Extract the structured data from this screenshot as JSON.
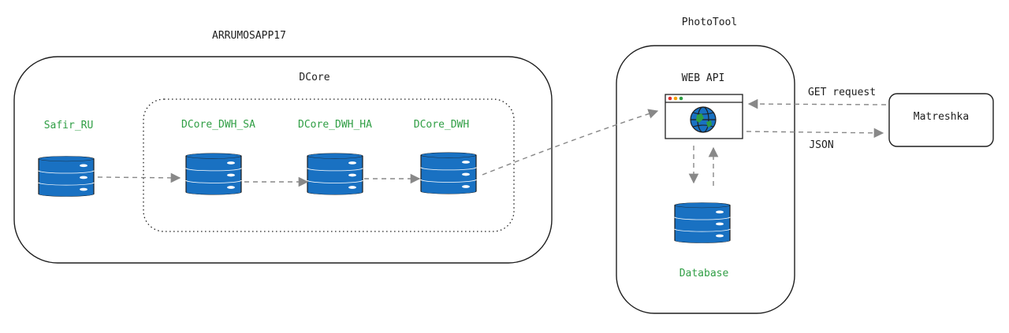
{
  "colors": {
    "database_fill": "#1971c2",
    "label_green": "#2f9e44",
    "stroke": "#1e1e1e",
    "arrow": "#888888"
  },
  "groups": {
    "server": "ARRUMOSAPP17",
    "dcore": "DCore",
    "phototool": "PhotoTool"
  },
  "nodes": {
    "safir": "Safir_RU",
    "dwh_sa": "DCore_DWH_SA",
    "dwh_ha": "DCore_DWH_HA",
    "dwh": "DCore_DWH",
    "web_api": "WEB API",
    "database": "Database",
    "matreshka": "Matreshka"
  },
  "edges": {
    "get_request": "GET request",
    "json": "JSON"
  },
  "icons": {
    "database": "database-icon",
    "browser": "browser-window-icon",
    "globe": "globe-icon"
  }
}
